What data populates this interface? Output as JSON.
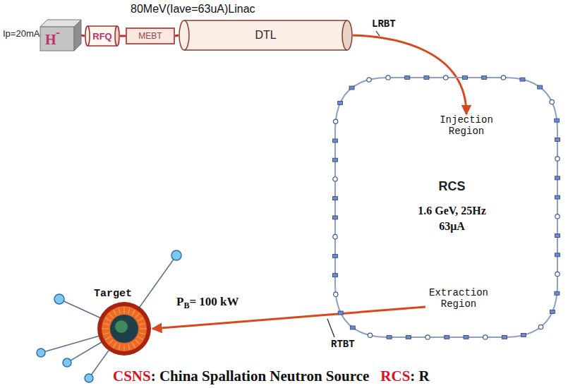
{
  "diagram": {
    "title": "80MeV(Iave=63uA)Linac",
    "nodes": [
      {
        "text": [
          "H",
          "-"
        ]
      },
      {
        "text": [
          "RFQ"
        ]
      },
      {
        "text": [
          "MEBT"
        ]
      },
      {
        "text": [
          "DTL"
        ]
      },
      {
        "text": [
          "RCS",
          "1.6 GeV, 25Hz",
          "63μA"
        ]
      },
      {
        "text": [
          "Injection Region"
        ],
        "in": 4
      },
      {
        "text": [
          "Extraction Region"
        ],
        "in": 4
      },
      {
        "text": [
          "Target"
        ]
      }
    ],
    "edges": [
      {
        "from": 0,
        "to": 1,
        "arrow": "none"
      },
      {
        "from": 1,
        "to": 2,
        "arrow": "none"
      },
      {
        "from": 2,
        "to": 3,
        "arrow": "none"
      },
      {
        "from": 3,
        "to": 5,
        "label": "LRBT",
        "arrow": "to"
      },
      {
        "from": 6,
        "to": 7,
        "label": "RTBT",
        "arrow": "to"
      }
    ],
    "labels": [
      "Ip=20mA",
      "P",
      "B",
      "= 100 kW",
      "CSNS",
      ": China Spallation Neutron Source",
      "RCS",
      ": R"
    ]
  }
}
